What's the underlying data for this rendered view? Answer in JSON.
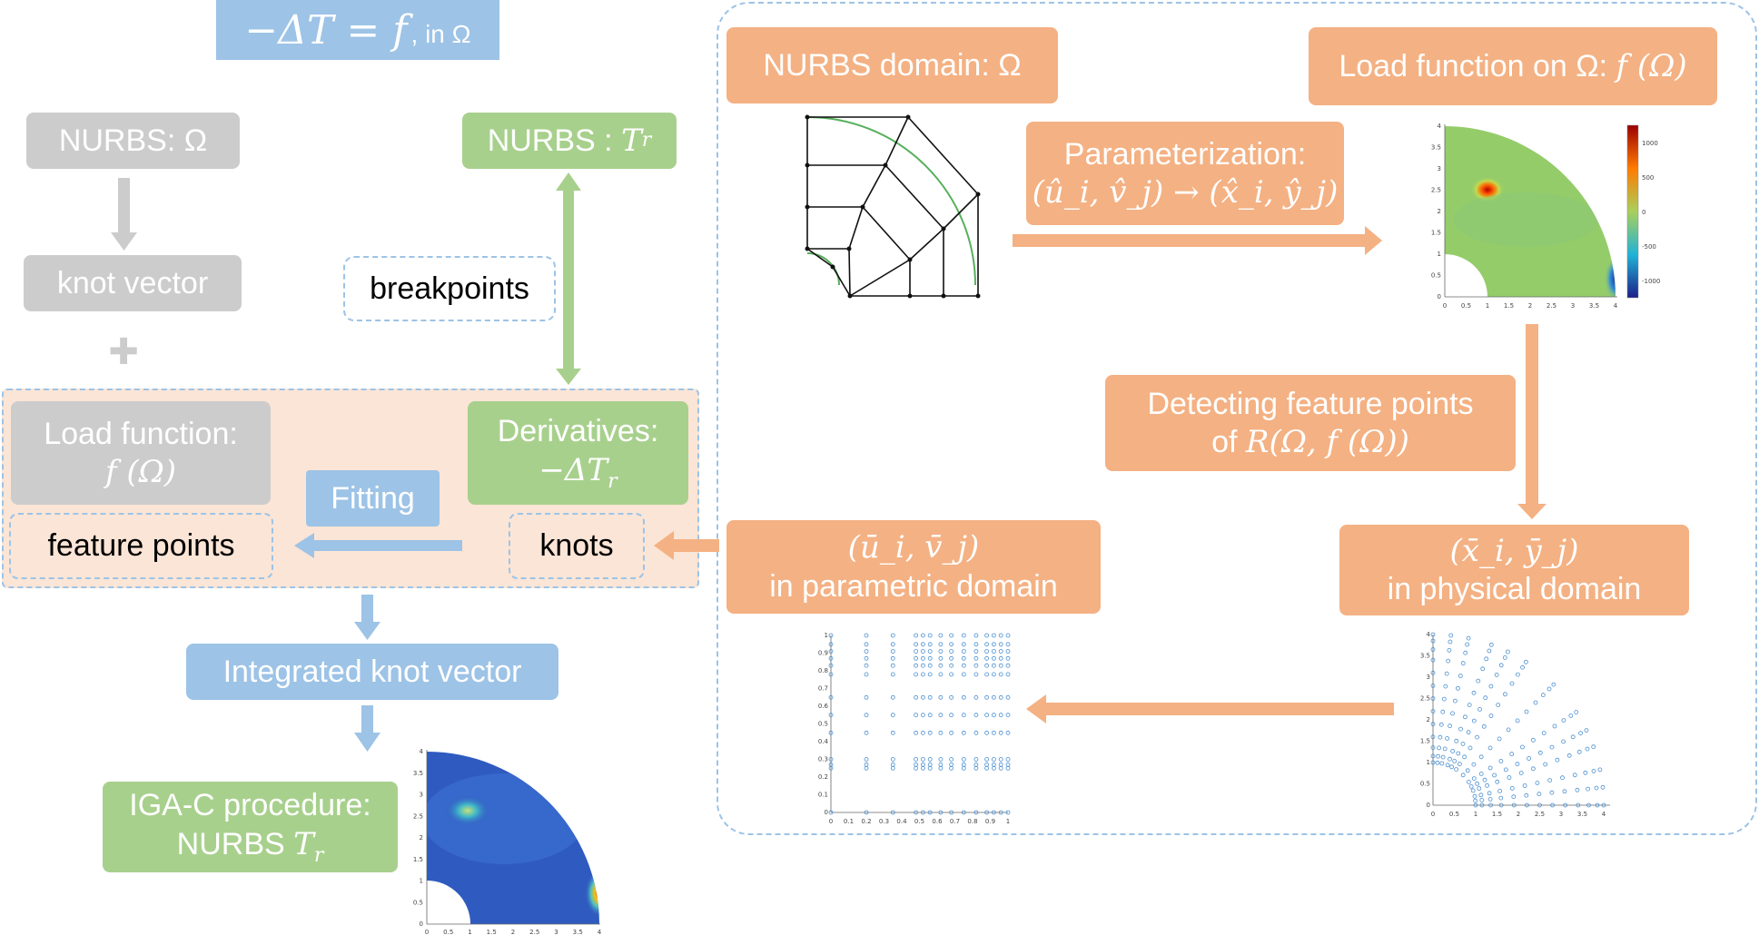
{
  "equation": {
    "lhs": "−ΔT = f",
    "suffix": ", in Ω"
  },
  "left": {
    "nurbs_omega": "NURBS: Ω",
    "knot_vector": "knot vector",
    "plus": "✚",
    "nurbs_tr_prefix": "NURBS : ",
    "tr": "T",
    "tr_sub": "r",
    "breakpoints": "breakpoints",
    "load_function_line1": "Load function:",
    "load_function_line2": "f (Ω)",
    "derivatives_line1": "Derivatives:",
    "derivatives_line2": "−ΔT",
    "derivatives_sub": "r",
    "fitting": "Fitting",
    "feature_points": "feature points",
    "knots": "knots",
    "integrated_knot_vector": "Integrated knot vector",
    "igac_line1": "IGA-C procedure:",
    "igac_line2": "NURBS ",
    "igac_tr": "T",
    "igac_sub": "r"
  },
  "right": {
    "nurbs_domain": "NURBS domain: Ω",
    "load_on_omega_prefix": "Load function on Ω: ",
    "load_on_omega_math": "f (Ω)",
    "parameterization_line1": "Parameterization:",
    "parameterization_line2": "(û_i, v̂_j) → (x̂_i, ŷ_j)",
    "detecting_line1": "Detecting feature points",
    "detecting_line2_prefix": "of ",
    "detecting_line2_math": "R(Ω, f (Ω))",
    "physical_line1": "(x̄_i, ȳ_j)",
    "physical_line2": "in physical domain",
    "parametric_line1": "(ū_i, v̄_j)",
    "parametric_line2": "in parametric domain"
  },
  "heatmap_top": {
    "colorbar_ticks": [
      "1000",
      "500",
      "0",
      "-500",
      "-1000"
    ],
    "x_ticks": [
      "0",
      "0.5",
      "1",
      "1.5",
      "2",
      "2.5",
      "3",
      "3.5",
      "4"
    ],
    "y_ticks": [
      "0",
      "0.5",
      "1",
      "1.5",
      "2",
      "2.5",
      "3",
      "3.5",
      "4"
    ]
  },
  "heatmap_bottom": {
    "x_ticks": [
      "0",
      "0.5",
      "1",
      "1.5",
      "2",
      "2.5",
      "3",
      "3.5",
      "4"
    ],
    "y_ticks": [
      "0",
      "0.5",
      "1",
      "1.5",
      "2",
      "2.5",
      "3",
      "3.5",
      "4"
    ]
  },
  "scatter_param": {
    "x_ticks": [
      "0",
      "0.1",
      "0.2",
      "0.3",
      "0.4",
      "0.5",
      "0.6",
      "0.7",
      "0.8",
      "0.9",
      "1"
    ],
    "y_ticks": [
      "0",
      "0.1",
      "0.2",
      "0.3",
      "0.4",
      "0.5",
      "0.6",
      "0.7",
      "0.8",
      "0.9",
      "1"
    ]
  },
  "scatter_phys": {
    "x_ticks": [
      "0",
      "0.5",
      "1",
      "1.5",
      "2",
      "2.5",
      "3",
      "3.5",
      "4"
    ],
    "y_ticks": [
      "0",
      "0.5",
      "1",
      "1.5",
      "2",
      "2.5",
      "3",
      "3.5",
      "4"
    ]
  },
  "colors": {
    "grey": "#cccccc",
    "green": "#a8d08d",
    "blue": "#9dc3e6",
    "orange": "#f4b183",
    "peach": "#fbe5d6"
  }
}
